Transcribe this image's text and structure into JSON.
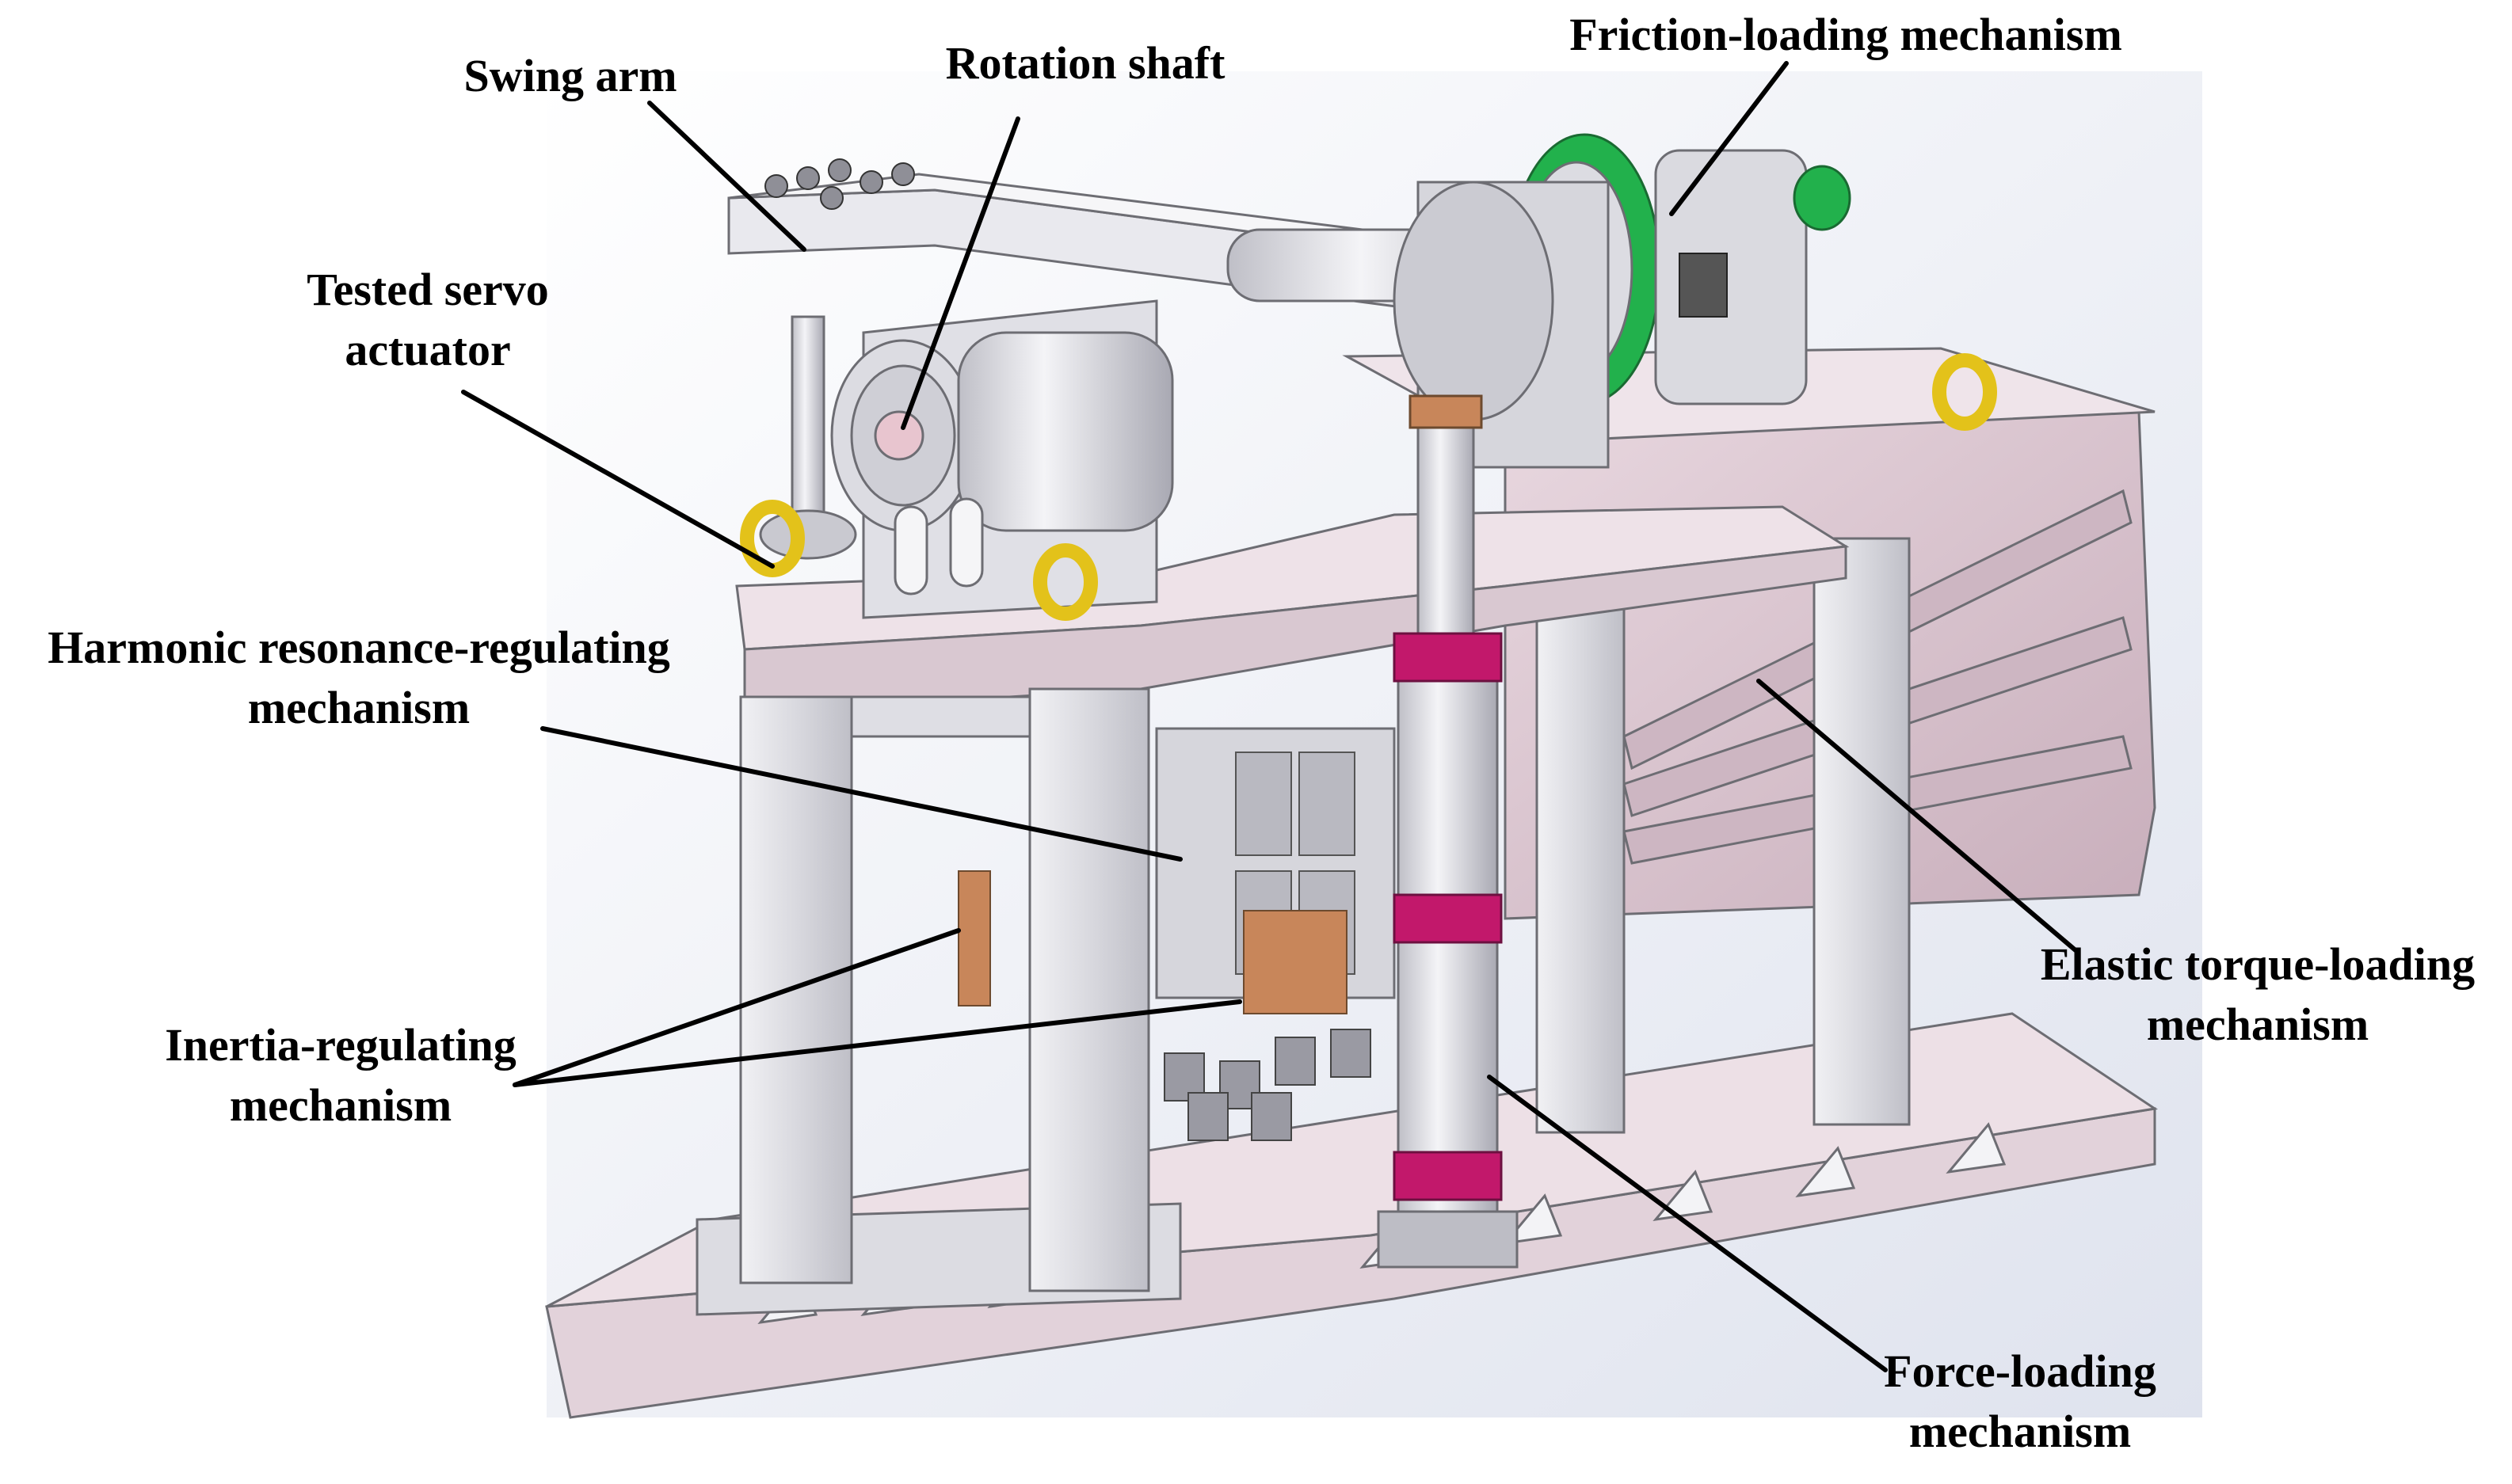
{
  "figure": {
    "labels": {
      "swing_arm": "Swing arm",
      "rotation_shaft": "Rotation shaft",
      "friction_loading": "Friction-loading mechanism",
      "tested_servo_line1": "Tested servo",
      "tested_servo_line2": "actuator",
      "harmonic_line1": "Harmonic resonance-regulating",
      "harmonic_line2": "mechanism",
      "inertia_line1": "Inertia-regulating",
      "inertia_line2": "mechanism",
      "elastic_line1": "Elastic torque-loading",
      "elastic_line2": "mechanism",
      "force_line1": "Force-loading",
      "force_line2": "mechanism"
    },
    "colors": {
      "frame_light": "#e6e6ea",
      "frame_pink": "#d9c3cd",
      "frame_mid": "#c7c7cf",
      "accent_magenta": "#c2186b",
      "accent_green": "#22b14c",
      "accent_yellow": "#e3c21a",
      "copper": "#c8865a",
      "background_tint": "#e8ebf3"
    }
  }
}
